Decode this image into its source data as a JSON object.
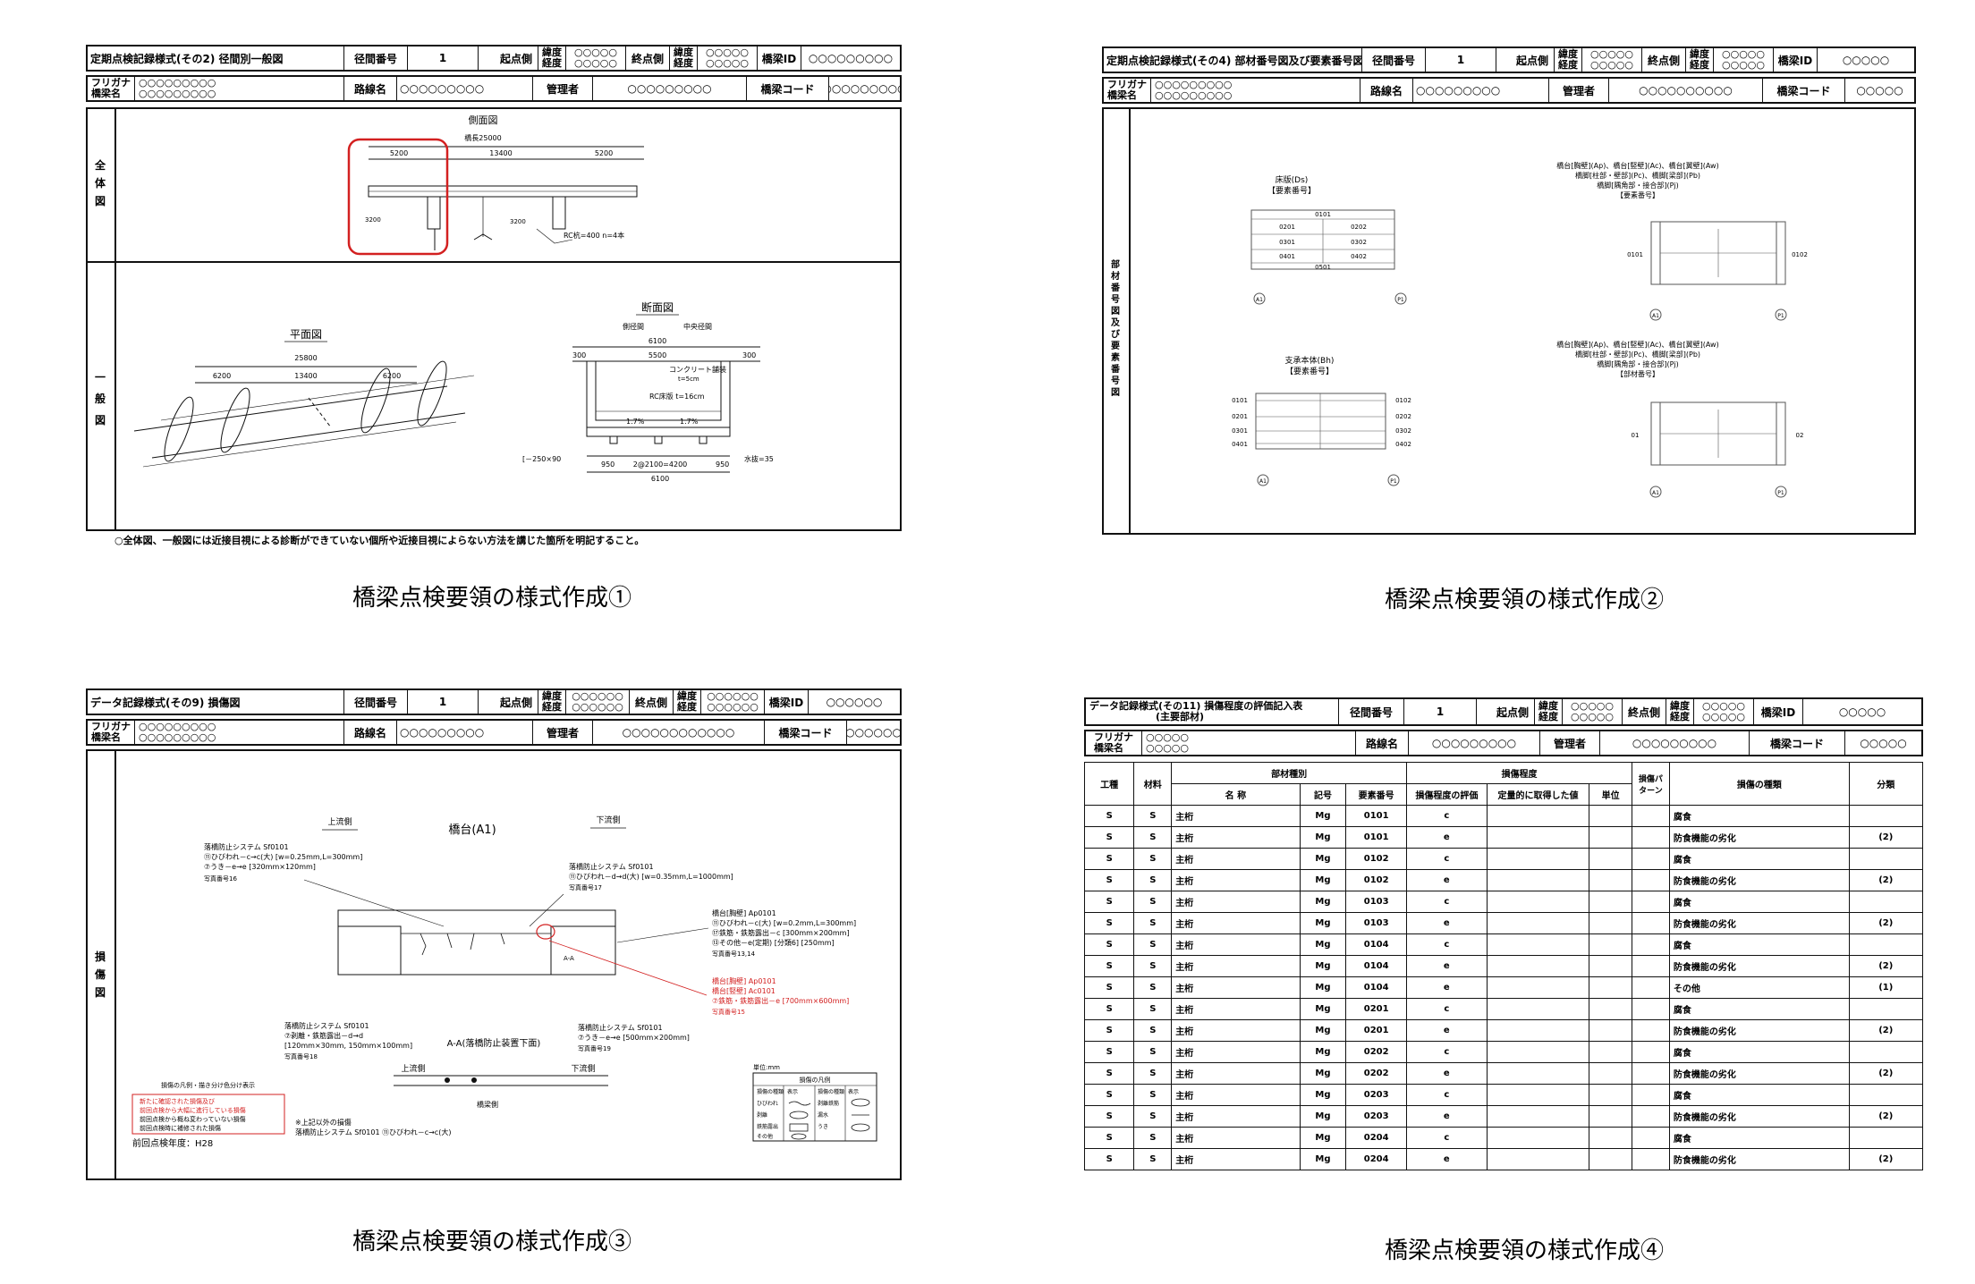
{
  "captions": [
    "橋梁点検要領の様式作成①",
    "橋梁点検要領の様式作成②",
    "橋梁点検要領の様式作成③",
    "橋梁点検要領の様式作成④"
  ],
  "form1": {
    "title": "定期点検記録様式(その2) 径間別一般図",
    "span_label": "径間番号",
    "span_value": "1",
    "start_label": "起点側",
    "lat_label": "緯度",
    "lon_label": "経度",
    "start_lat": "○○○○○",
    "start_lon": "○○○○○",
    "end_label": "終点側",
    "end_lat": "○○○○○",
    "end_lon": "○○○○○",
    "id_label": "橋梁ID",
    "id_value": "○○○○○○○○○",
    "furigana_label": "フリガナ",
    "name_label": "橋梁名",
    "furigana_value": "○○○○○○○○○",
    "name_value": "○○○○○○○○○",
    "route_label": "路線名",
    "route_value": "○○○○○○○○○",
    "admin_label": "管理者",
    "admin_value": "○○○○○○○○○",
    "code_label": "橋梁コード",
    "code_value": "○○○○○○○○○",
    "side_overall": "全体図",
    "side_general": "一般図",
    "side_view_title": "側面図",
    "bridge_len": "橋長25000",
    "dims_side": [
      "5200",
      "13400",
      "5200"
    ],
    "plan_title": "平面図",
    "plan_total": "25800",
    "dims_plan": [
      "6200",
      "13400",
      "6200"
    ],
    "section_title": "断面図",
    "section_sides": [
      "側径間",
      "中央径間"
    ],
    "section_dims": [
      "6100",
      "300",
      "5500",
      "300"
    ],
    "concrete_label": "コンクリート舗装",
    "concrete_t": "t=5cm",
    "rc_label": "RC床版 t=16cm",
    "slope": "1.7%",
    "bottom_dims": [
      "950",
      "2@2100=4200",
      "950"
    ],
    "bottom_total": "6100",
    "girder_label": "[－250×90",
    "drain_label": "水抜=35",
    "pier_label": "RC杭=400 n=4本",
    "footnote": "○全体図、一般図には近接目視による診断ができていない個所や近接目視によらない方法を講じた箇所を明記すること。"
  },
  "form2": {
    "title": "定期点検記録様式(その4) 部材番号図及び要素番号図",
    "span_label": "径間番号",
    "span_value": "1",
    "start_label": "起点側",
    "lat_label": "緯度",
    "lon_label": "経度",
    "start_lat": "○○○○○",
    "start_lon": "○○○○○",
    "end_label": "終点側",
    "end_lat": "○○○○○",
    "end_lon": "○○○○○",
    "id_label": "橋梁ID",
    "id_value": "○○○○○",
    "furigana_label": "フリガナ",
    "name_label": "橋梁名",
    "furigana_value": "○○○○○○○○○",
    "name_value": "○○○○○○○○○",
    "route_label": "路線名",
    "route_value": "○○○○○○○○○",
    "admin_label": "管理者",
    "admin_value": "○○○○○○○○○○",
    "code_label": "橋梁コード",
    "code_value": "○○○○○",
    "side_label": "部材番号図及び要素番号図",
    "slab_title": "床版(Ds)",
    "slab_sub": "【要素番号】",
    "slab_cells": [
      "0101",
      "0201",
      "0202",
      "0301",
      "0302",
      "0401",
      "0402",
      "0501"
    ],
    "main_title": "支承本体(Bh)",
    "main_sub": "【要素番号】",
    "main_left": [
      "0101",
      "0201",
      "0301",
      "0401"
    ],
    "main_right": [
      "0102",
      "0202",
      "0302",
      "0402"
    ],
    "abut_title": "橋台[胸壁](Ap)、橋台[竪壁](Ac)、橋台[翼壁](Aw)",
    "abut_title2": "橋脚[柱部・壁部](Pc)、橋脚[梁部](Pb)",
    "abut_title3": "橋脚[隅角部・接合部](Pj)",
    "abut_sub": "【要素番号】",
    "abut_sub2": "【部材番号】",
    "abut_left": "0101",
    "abut_right": "0102",
    "abut_left2": "01",
    "abut_right2": "02",
    "supports": [
      "A1",
      "P1"
    ]
  },
  "form3": {
    "title": "データ記録様式(その9) 損傷図",
    "span_label": "径間番号",
    "span_value": "1",
    "start_label": "起点側",
    "lat_label": "緯度",
    "lon_label": "経度",
    "start_lat": "○○○○○○",
    "start_lon": "○○○○○○",
    "end_label": "終点側",
    "end_lat": "○○○○○○",
    "end_lon": "○○○○○○",
    "id_label": "橋梁ID",
    "id_value": "○○○○○○",
    "furigana_label": "フリガナ",
    "name_label": "橋梁名",
    "furigana_value": "○○○○○○○○○",
    "name_value": "○○○○○○○○○",
    "route_label": "路線名",
    "route_value": "○○○○○○○○○",
    "admin_label": "管理者",
    "admin_value": "○○○○○○○○○○○○",
    "code_label": "橋梁コード",
    "code_value": "○○○○○○",
    "side_label": "損傷図",
    "upstream": "上流側",
    "downstream": "下流側",
    "abut_title": "橋台(A1)",
    "note1": "落橋防止システム Sf0101",
    "note1a": "⑪ひびわれ－c→c(大) [w=0.25mm,L=300mm]",
    "note1b": "⑦うき－e→e [320mm×120mm]",
    "photo1": "写真番号16",
    "note2": "落橋防止システム Sf0101",
    "note2a": "⑪ひびわれ－d→d(大) [w=0.35mm,L=1000mm]",
    "photo2": "写真番号17",
    "note3": "橋台[胸壁] Ap0101",
    "note3a": "⑪ひびわれ－c(大) [w=0.2mm,L=300mm]",
    "note3b": "⑰鉄筋・鉄筋露出－c [300mm×200mm]",
    "note3c": "⑬その他－e(定期) [分類6] [250mm]",
    "photo3": "写真番号13,14",
    "note4": "橋台[胸壁] Ap0101",
    "note4a": "橋台[竪壁] Ac0101",
    "note4b": "⑦鉄筋・鉄筋露出－e [700mm×600mm]",
    "photo4": "写真番号15",
    "note5": "落橋防止システム Sf0101",
    "note5a": "⑦剥離・鉄筋露出－d→d",
    "note5b": "[120mm×30mm, 150mm×100mm]",
    "photo5": "写真番号18",
    "note6": "落橋防止システム Sf0101",
    "note6a": "⑦うき－e→e [500mm×200mm]",
    "photo6": "写真番号19",
    "section_aa": "A-A(落橋防止装置下面)",
    "bridge_side": "橋梁側",
    "legend_title": "損傷の凡例・描き分け色分け表示",
    "legend_rows": [
      "新たに確認された損傷及び",
      "前回点検から大幅に進行している損傷",
      "前回点検から概ね変わっていない損傷",
      "前回点検時に補修された損傷"
    ],
    "prev_year": "前回点検年度：H28",
    "other_note1": "※上記以外の損傷",
    "other_note2": "落橋防止システム Sf0101 ⑪ひびわれ－c→c(大)",
    "unit": "単位:mm",
    "legend2_title": "損傷の凡例",
    "legend2_rows": [
      [
        "損傷の種類",
        "表示",
        "損傷の種類",
        "表示"
      ],
      [
        "ひびわれ",
        "",
        "剥離鉄筋",
        ""
      ],
      [
        "剥離",
        "",
        "漏水",
        ""
      ],
      [
        "鉄筋露出",
        "",
        "うき",
        ""
      ],
      [
        "その他",
        "",
        "",
        ""
      ]
    ]
  },
  "form4": {
    "title": "データ記録様式(その11) 損傷程度の評価記入表",
    "subtitle": "(主要部材)",
    "span_label": "径間番号",
    "span_value": "1",
    "start_label": "起点側",
    "lat_label": "緯度",
    "lon_label": "経度",
    "start_lat": "○○○○○",
    "start_lon": "○○○○○",
    "end_label": "終点側",
    "end_lat": "○○○○○",
    "end_lon": "○○○○○",
    "id_label": "橋梁ID",
    "id_value": "○○○○○",
    "furigana_label": "フリガナ",
    "name_label": "橋梁名",
    "furigana_value": "○○○○○",
    "name_value": "○○○○○",
    "route_label": "路線名",
    "route_value": "○○○○○○○○○",
    "admin_label": "管理者",
    "admin_value": "○○○○○○○○○",
    "code_label": "橋梁コード",
    "code_value": "○○○○○",
    "headers": {
      "koushu": "工種",
      "zairyo": "材料",
      "buzai": "部材種別",
      "meisho": "名 称",
      "kigo": "記号",
      "youso": "要素番号",
      "sonsho": "損傷程度",
      "hyoka": "損傷程度の評価",
      "teiryo": "定量的に取得した値",
      "tani": "単位",
      "pattern": "損傷パターン",
      "shurui": "損傷の種類",
      "bunrui": "分類"
    },
    "rows": [
      [
        "S",
        "S",
        "主桁",
        "Mg",
        "0101",
        "c",
        "",
        "",
        "",
        "腐食",
        ""
      ],
      [
        "S",
        "S",
        "主桁",
        "Mg",
        "0101",
        "e",
        "",
        "",
        "",
        "防食機能の劣化",
        "(2)"
      ],
      [
        "S",
        "S",
        "主桁",
        "Mg",
        "0102",
        "c",
        "",
        "",
        "",
        "腐食",
        ""
      ],
      [
        "S",
        "S",
        "主桁",
        "Mg",
        "0102",
        "e",
        "",
        "",
        "",
        "防食機能の劣化",
        "(2)"
      ],
      [
        "S",
        "S",
        "主桁",
        "Mg",
        "0103",
        "c",
        "",
        "",
        "",
        "腐食",
        ""
      ],
      [
        "S",
        "S",
        "主桁",
        "Mg",
        "0103",
        "e",
        "",
        "",
        "",
        "防食機能の劣化",
        "(2)"
      ],
      [
        "S",
        "S",
        "主桁",
        "Mg",
        "0104",
        "c",
        "",
        "",
        "",
        "腐食",
        ""
      ],
      [
        "S",
        "S",
        "主桁",
        "Mg",
        "0104",
        "e",
        "",
        "",
        "",
        "防食機能の劣化",
        "(2)"
      ],
      [
        "S",
        "S",
        "主桁",
        "Mg",
        "0104",
        "e",
        "",
        "",
        "",
        "その他",
        "(1)"
      ],
      [
        "S",
        "S",
        "主桁",
        "Mg",
        "0201",
        "c",
        "",
        "",
        "",
        "腐食",
        ""
      ],
      [
        "S",
        "S",
        "主桁",
        "Mg",
        "0201",
        "e",
        "",
        "",
        "",
        "防食機能の劣化",
        "(2)"
      ],
      [
        "S",
        "S",
        "主桁",
        "Mg",
        "0202",
        "c",
        "",
        "",
        "",
        "腐食",
        ""
      ],
      [
        "S",
        "S",
        "主桁",
        "Mg",
        "0202",
        "e",
        "",
        "",
        "",
        "防食機能の劣化",
        "(2)"
      ],
      [
        "S",
        "S",
        "主桁",
        "Mg",
        "0203",
        "c",
        "",
        "",
        "",
        "腐食",
        ""
      ],
      [
        "S",
        "S",
        "主桁",
        "Mg",
        "0203",
        "e",
        "",
        "",
        "",
        "防食機能の劣化",
        "(2)"
      ],
      [
        "S",
        "S",
        "主桁",
        "Mg",
        "0204",
        "c",
        "",
        "",
        "",
        "腐食",
        ""
      ],
      [
        "S",
        "S",
        "主桁",
        "Mg",
        "0204",
        "e",
        "",
        "",
        "",
        "防食機能の劣化",
        "(2)"
      ]
    ]
  },
  "colors": {
    "highlight": "#d32020",
    "line": "#111111"
  }
}
